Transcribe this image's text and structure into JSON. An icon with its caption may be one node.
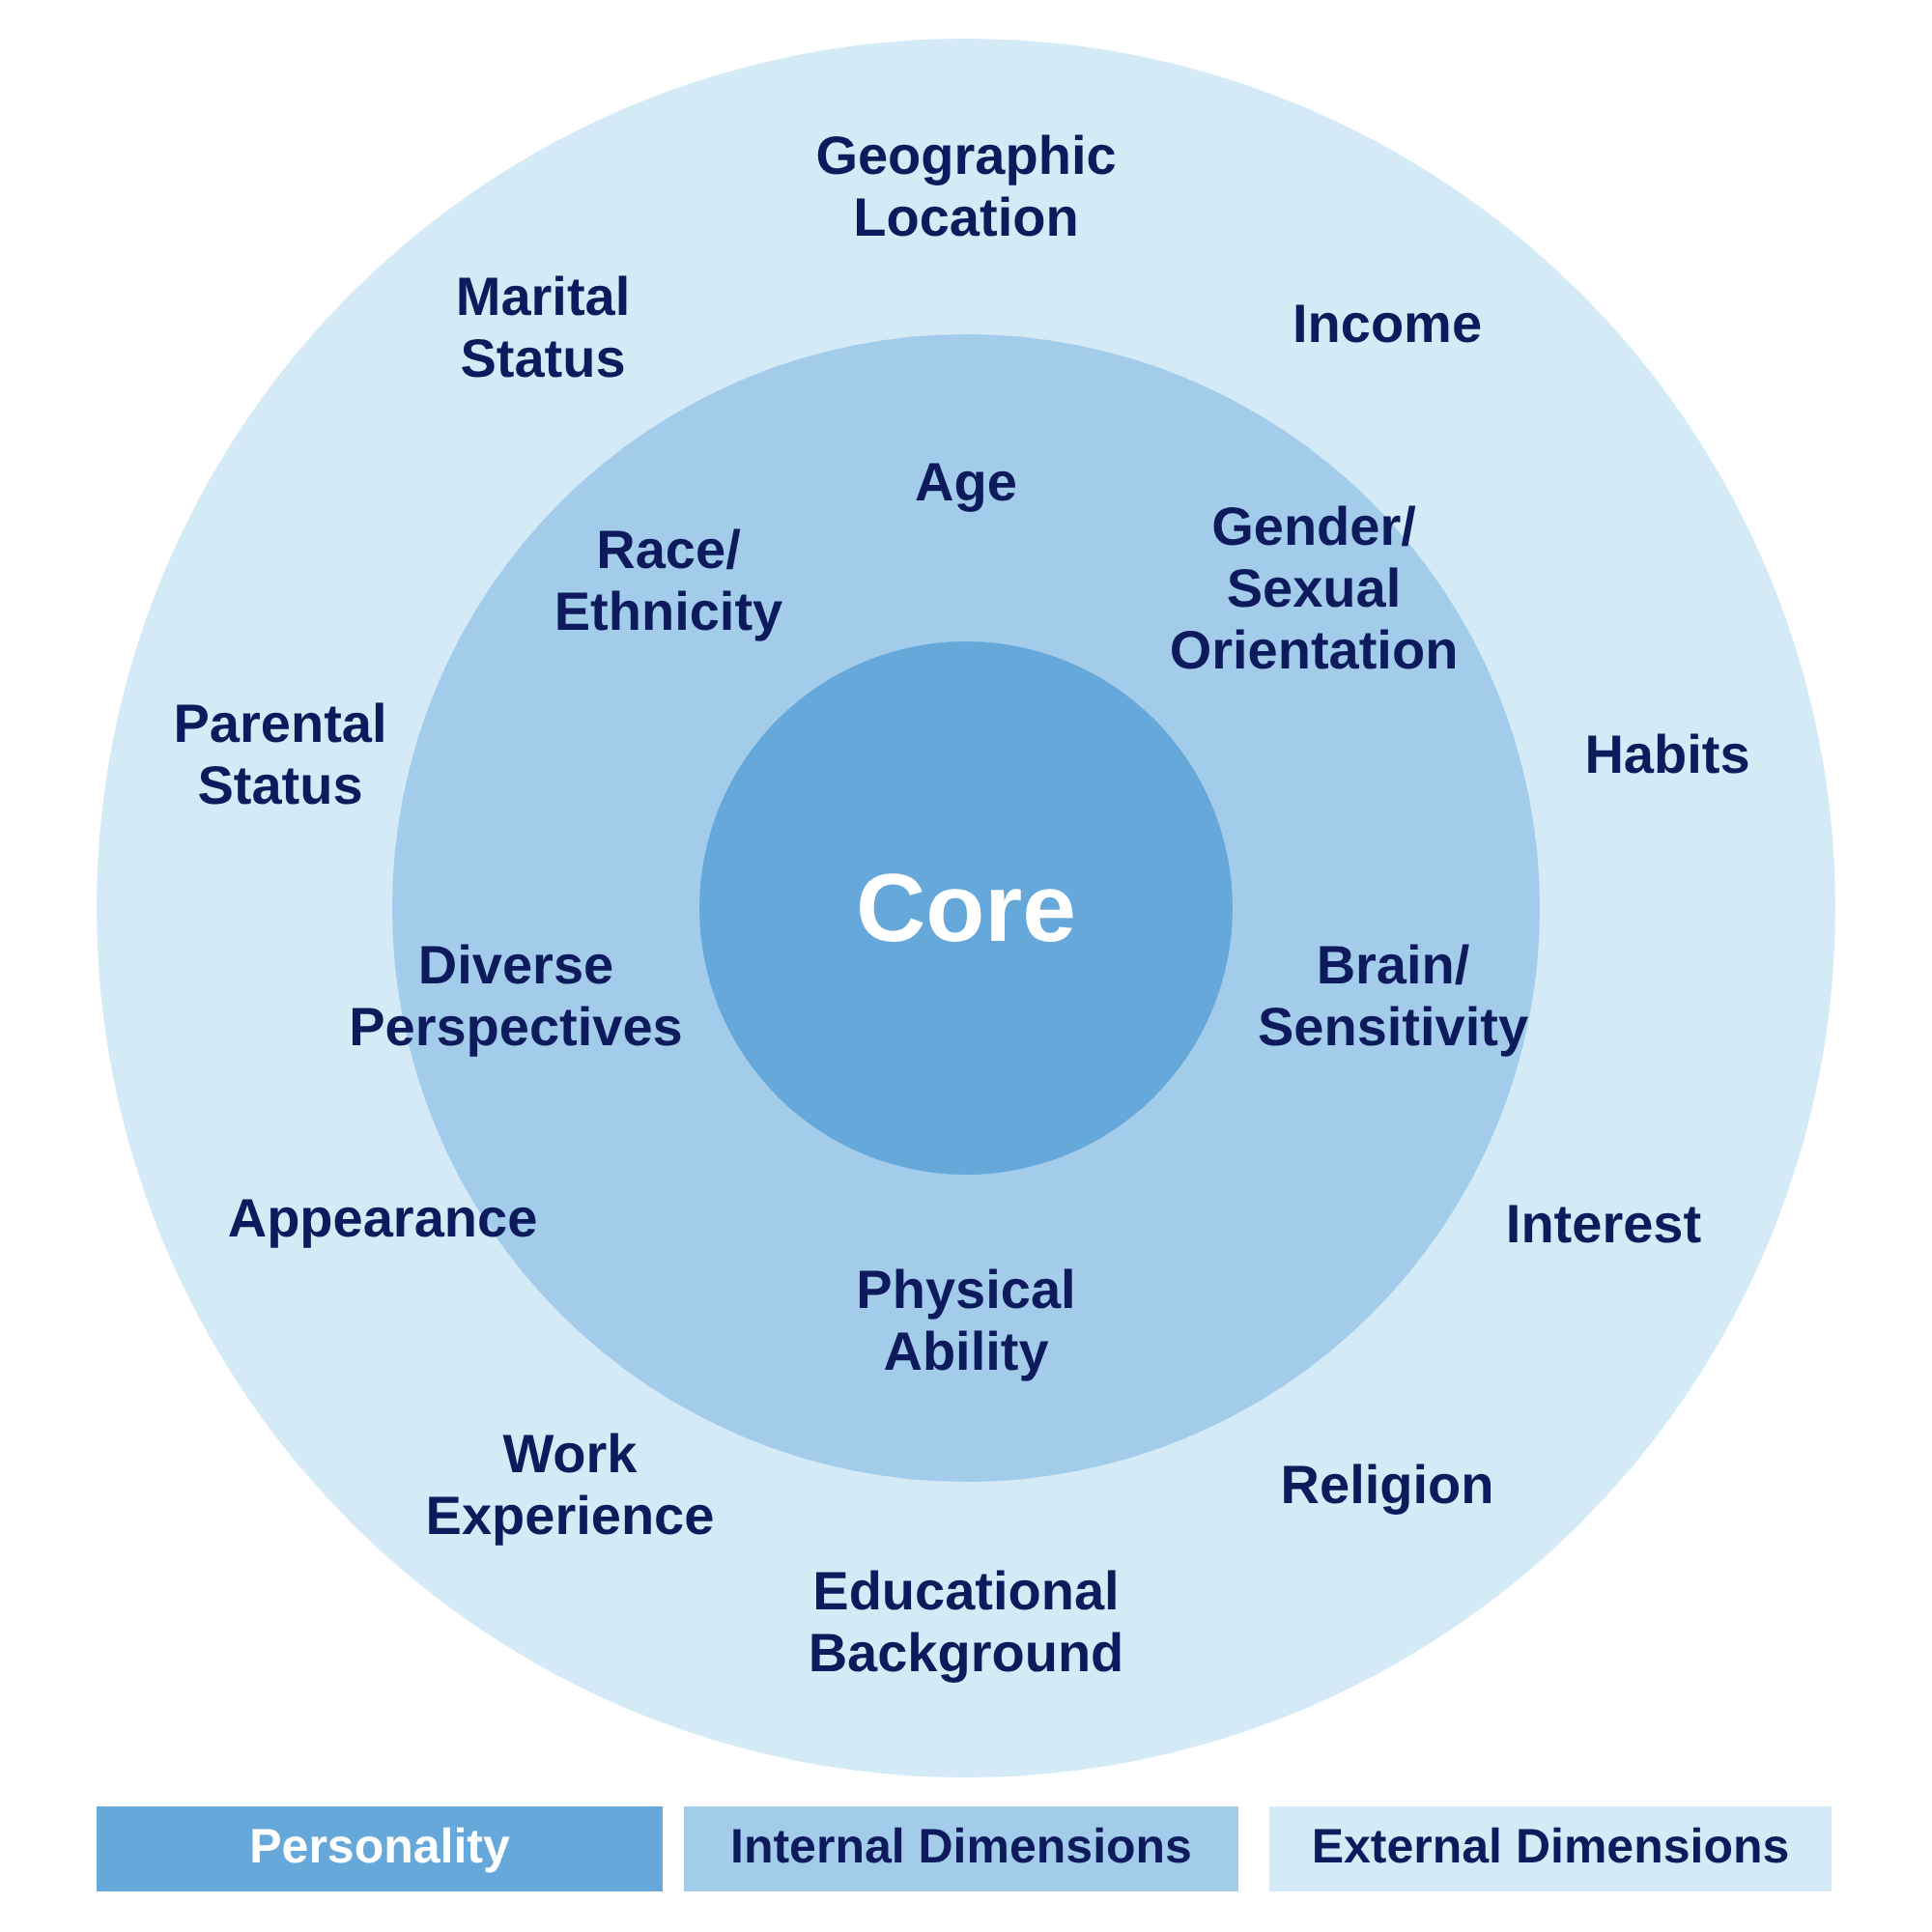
{
  "diagram": {
    "nodes": [
      {
        "text": [],
        "shape": "circle"
      },
      {
        "text": [],
        "shape": "circle",
        "in": 0
      },
      {
        "text": [
          "Core"
        ],
        "in": 1
      }
    ],
    "labels": [
      "Geographic Location",
      "Marital Status",
      "Income",
      "Age",
      "Race/ Ethnicity",
      "Gender/ Sexual Orientation",
      "Parental Status",
      "Habits",
      "Diverse Perspectives",
      "Brain/ Sensitivity",
      "Appearance",
      "Interest",
      "Physical Ability",
      "Work Experience",
      "Religion",
      "Educational Background"
    ],
    "legend": [
      {
        "text": "Personality",
        "color": "#66a8da"
      },
      {
        "text": "Internal Dimensions",
        "color": "#a3cbea"
      },
      {
        "text": "External Dimensions",
        "color": "#d4eaf7"
      }
    ]
  }
}
